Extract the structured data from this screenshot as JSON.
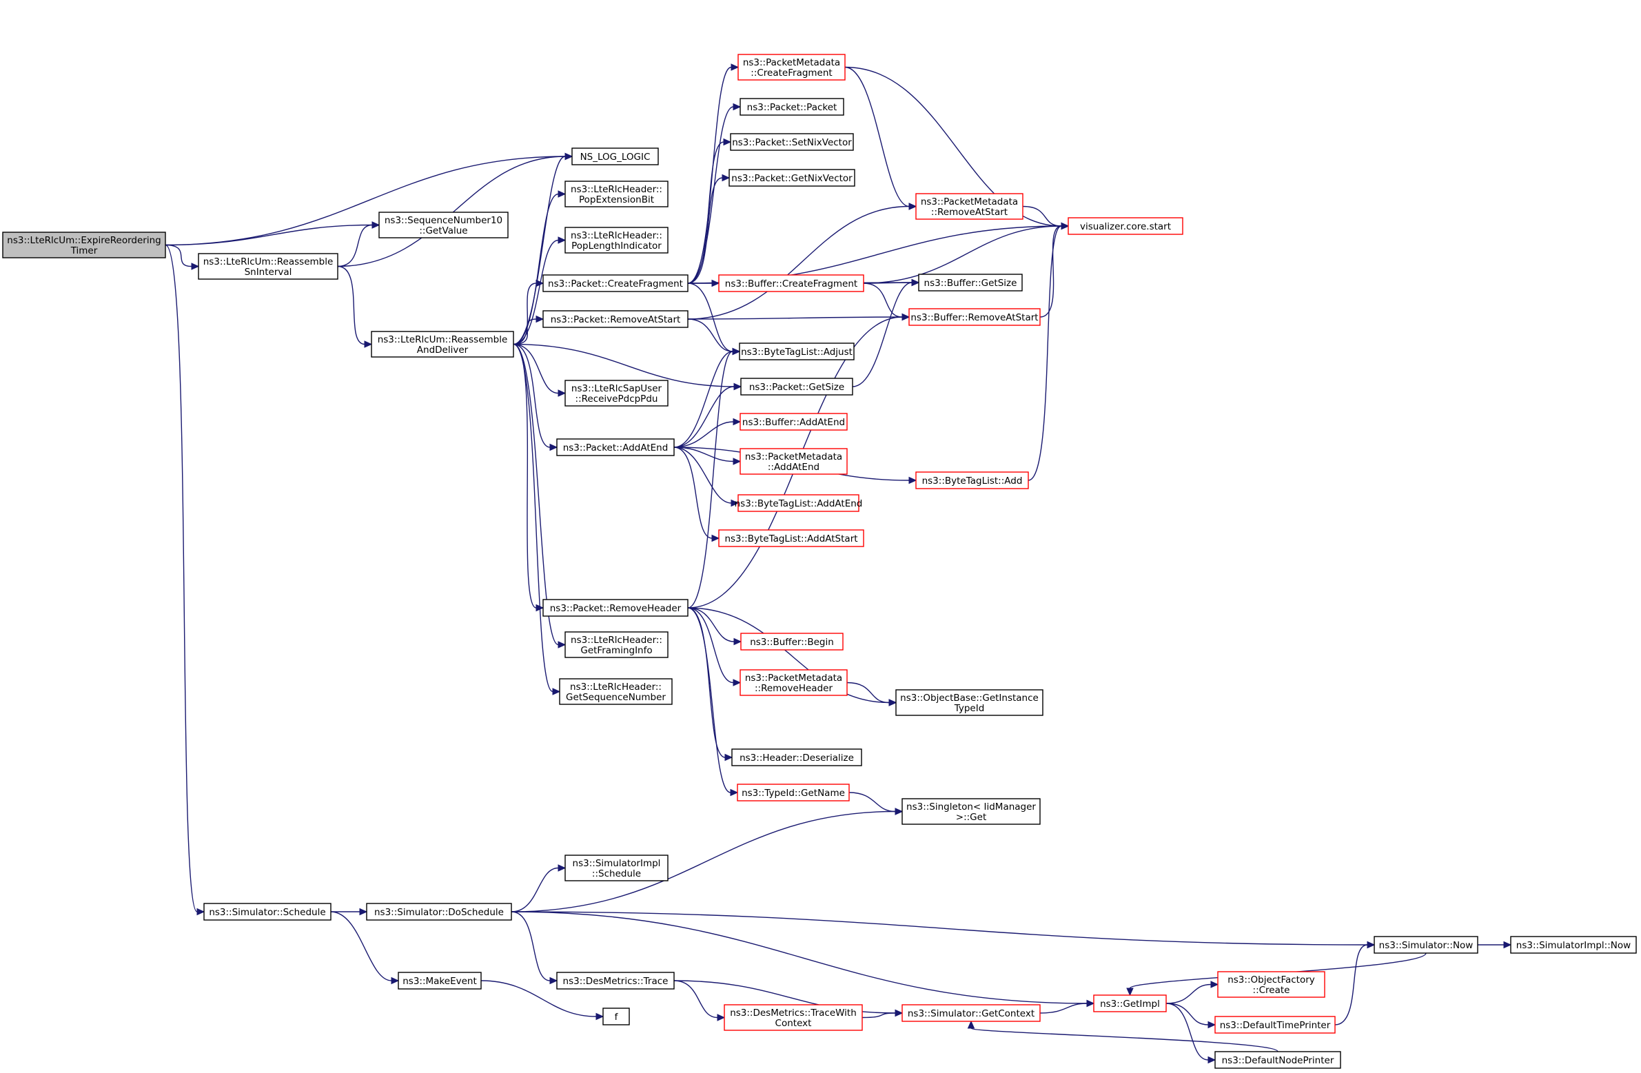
{
  "colors": {
    "edge": "#191970",
    "root_fill": "#bfbfbf",
    "node_fill": "#ffffff",
    "border_normal": "#000000",
    "border_truncated": "#ff0000"
  },
  "nodes": [
    {
      "id": "root",
      "lines": [
        "ns3::LteRlcUm::ExpireReordering",
        "Timer"
      ],
      "style": "root"
    },
    {
      "id": "reassemble_sn",
      "lines": [
        "ns3::LteRlcUm::Reassemble",
        "SnInterval"
      ],
      "style": "normal"
    },
    {
      "id": "schedule",
      "lines": [
        "ns3::Simulator::Schedule"
      ],
      "style": "normal"
    },
    {
      "id": "ns_log_logic",
      "lines": [
        "NS_LOG_LOGIC"
      ],
      "style": "normal"
    },
    {
      "id": "seq_getvalue",
      "lines": [
        "ns3::SequenceNumber10",
        "::GetValue"
      ],
      "style": "normal"
    },
    {
      "id": "reassemble_deliver",
      "lines": [
        "ns3::LteRlcUm::Reassemble",
        "AndDeliver"
      ],
      "style": "normal"
    },
    {
      "id": "pop_ext_bit",
      "lines": [
        "ns3::LteRlcHeader::",
        "PopExtensionBit"
      ],
      "style": "normal"
    },
    {
      "id": "pop_len_ind",
      "lines": [
        "ns3::LteRlcHeader::",
        "PopLengthIndicator"
      ],
      "style": "normal"
    },
    {
      "id": "pkt_create_frag",
      "lines": [
        "ns3::Packet::CreateFragment"
      ],
      "style": "normal"
    },
    {
      "id": "pkt_remove_at_start",
      "lines": [
        "ns3::Packet::RemoveAtStart"
      ],
      "style": "normal"
    },
    {
      "id": "receive_pdcp",
      "lines": [
        "ns3::LteRlcSapUser",
        "::ReceivePdcpPdu"
      ],
      "style": "normal"
    },
    {
      "id": "pkt_add_at_end",
      "lines": [
        "ns3::Packet::AddAtEnd"
      ],
      "style": "normal"
    },
    {
      "id": "pkt_remove_header",
      "lines": [
        "ns3::Packet::RemoveHeader"
      ],
      "style": "normal"
    },
    {
      "id": "get_framing_info",
      "lines": [
        "ns3::LteRlcHeader::",
        "GetFramingInfo"
      ],
      "style": "normal"
    },
    {
      "id": "get_seq_number",
      "lines": [
        "ns3::LteRlcHeader::",
        "GetSequenceNumber"
      ],
      "style": "normal"
    },
    {
      "id": "pm_create_frag",
      "lines": [
        "ns3::PacketMetadata",
        "::CreateFragment"
      ],
      "style": "truncated"
    },
    {
      "id": "pkt_packet",
      "lines": [
        "ns3::Packet::Packet"
      ],
      "style": "normal"
    },
    {
      "id": "pkt_set_nix",
      "lines": [
        "ns3::Packet::SetNixVector"
      ],
      "style": "normal"
    },
    {
      "id": "pkt_get_nix",
      "lines": [
        "ns3::Packet::GetNixVector"
      ],
      "style": "normal"
    },
    {
      "id": "pm_remove_at_start",
      "lines": [
        "ns3::PacketMetadata",
        "::RemoveAtStart"
      ],
      "style": "truncated"
    },
    {
      "id": "buf_create_frag",
      "lines": [
        "ns3::Buffer::CreateFragment"
      ],
      "style": "truncated"
    },
    {
      "id": "btl_adjust",
      "lines": [
        "ns3::ByteTagList::Adjust"
      ],
      "style": "normal"
    },
    {
      "id": "pkt_get_size",
      "lines": [
        "ns3::Packet::GetSize"
      ],
      "style": "normal"
    },
    {
      "id": "buf_add_at_end",
      "lines": [
        "ns3::Buffer::AddAtEnd"
      ],
      "style": "truncated"
    },
    {
      "id": "pm_add_at_end",
      "lines": [
        "ns3::PacketMetadata",
        "::AddAtEnd"
      ],
      "style": "truncated"
    },
    {
      "id": "btl_add",
      "lines": [
        "ns3::ByteTagList::Add"
      ],
      "style": "truncated"
    },
    {
      "id": "btl_add_at_end",
      "lines": [
        "ns3::ByteTagList::AddAtEnd"
      ],
      "style": "truncated"
    },
    {
      "id": "btl_add_at_start",
      "lines": [
        "ns3::ByteTagList::AddAtStart"
      ],
      "style": "truncated"
    },
    {
      "id": "buf_begin",
      "lines": [
        "ns3::Buffer::Begin"
      ],
      "style": "truncated"
    },
    {
      "id": "pm_remove_header",
      "lines": [
        "ns3::PacketMetadata",
        "::RemoveHeader"
      ],
      "style": "truncated"
    },
    {
      "id": "header_deserialize",
      "lines": [
        "ns3::Header::Deserialize"
      ],
      "style": "normal"
    },
    {
      "id": "typeid_getname",
      "lines": [
        "ns3::TypeId::GetName"
      ],
      "style": "truncated"
    },
    {
      "id": "viz_start",
      "lines": [
        "visualizer.core.start"
      ],
      "style": "truncated"
    },
    {
      "id": "buf_get_size",
      "lines": [
        "ns3::Buffer::GetSize"
      ],
      "style": "normal"
    },
    {
      "id": "buf_remove_at_start",
      "lines": [
        "ns3::Buffer::RemoveAtStart"
      ],
      "style": "truncated"
    },
    {
      "id": "ob_get_instance",
      "lines": [
        "ns3::ObjectBase::GetInstance",
        "TypeId"
      ],
      "style": "normal"
    },
    {
      "id": "singleton_get",
      "lines": [
        "ns3::Singleton< IidManager",
        ">::Get"
      ],
      "style": "normal"
    },
    {
      "id": "do_schedule",
      "lines": [
        "ns3::Simulator::DoSchedule"
      ],
      "style": "normal"
    },
    {
      "id": "make_event",
      "lines": [
        "ns3::MakeEvent"
      ],
      "style": "normal"
    },
    {
      "id": "simimpl_schedule",
      "lines": [
        "ns3::SimulatorImpl",
        "::Schedule"
      ],
      "style": "normal"
    },
    {
      "id": "des_trace",
      "lines": [
        "ns3::DesMetrics::Trace"
      ],
      "style": "normal"
    },
    {
      "id": "f_node",
      "lines": [
        "f"
      ],
      "style": "normal"
    },
    {
      "id": "des_trace_ctx",
      "lines": [
        "ns3::DesMetrics::TraceWith",
        "Context"
      ],
      "style": "truncated"
    },
    {
      "id": "sim_get_context",
      "lines": [
        "ns3::Simulator::GetContext"
      ],
      "style": "truncated"
    },
    {
      "id": "get_impl",
      "lines": [
        "ns3::GetImpl"
      ],
      "style": "truncated"
    },
    {
      "id": "sim_now",
      "lines": [
        "ns3::Simulator::Now"
      ],
      "style": "normal"
    },
    {
      "id": "simimpl_now",
      "lines": [
        "ns3::SimulatorImpl::Now"
      ],
      "style": "normal"
    },
    {
      "id": "of_create",
      "lines": [
        "ns3::ObjectFactory",
        "::Create"
      ],
      "style": "truncated"
    },
    {
      "id": "default_time_printer",
      "lines": [
        "ns3::DefaultTimePrinter"
      ],
      "style": "truncated"
    },
    {
      "id": "default_node_printer",
      "lines": [
        "ns3::DefaultNodePrinter"
      ],
      "style": "normal"
    }
  ],
  "edges": [
    [
      "root",
      "ns_log_logic"
    ],
    [
      "root",
      "seq_getvalue"
    ],
    [
      "root",
      "reassemble_sn"
    ],
    [
      "root",
      "schedule"
    ],
    [
      "reassemble_sn",
      "seq_getvalue"
    ],
    [
      "reassemble_sn",
      "ns_log_logic"
    ],
    [
      "reassemble_sn",
      "reassemble_deliver"
    ],
    [
      "reassemble_deliver",
      "ns_log_logic"
    ],
    [
      "reassemble_deliver",
      "pop_ext_bit"
    ],
    [
      "reassemble_deliver",
      "pop_len_ind"
    ],
    [
      "reassemble_deliver",
      "pkt_create_frag"
    ],
    [
      "reassemble_deliver",
      "pkt_remove_at_start"
    ],
    [
      "reassemble_deliver",
      "pkt_get_size"
    ],
    [
      "reassemble_deliver",
      "receive_pdcp"
    ],
    [
      "reassemble_deliver",
      "pkt_add_at_end"
    ],
    [
      "reassemble_deliver",
      "pkt_remove_header"
    ],
    [
      "reassemble_deliver",
      "get_framing_info"
    ],
    [
      "reassemble_deliver",
      "get_seq_number"
    ],
    [
      "pkt_create_frag",
      "pm_create_frag"
    ],
    [
      "pkt_create_frag",
      "pkt_packet"
    ],
    [
      "pkt_create_frag",
      "pkt_set_nix"
    ],
    [
      "pkt_create_frag",
      "pkt_get_nix"
    ],
    [
      "pkt_create_frag",
      "viz_start"
    ],
    [
      "pkt_create_frag",
      "buf_create_frag"
    ],
    [
      "pkt_create_frag",
      "buf_get_size"
    ],
    [
      "pkt_create_frag",
      "btl_adjust"
    ],
    [
      "pkt_remove_at_start",
      "pm_remove_at_start"
    ],
    [
      "pkt_remove_at_start",
      "buf_remove_at_start"
    ],
    [
      "pkt_remove_at_start",
      "btl_adjust"
    ],
    [
      "pkt_add_at_end",
      "btl_adjust"
    ],
    [
      "pkt_add_at_end",
      "pkt_get_size"
    ],
    [
      "pkt_add_at_end",
      "buf_add_at_end"
    ],
    [
      "pkt_add_at_end",
      "pm_add_at_end"
    ],
    [
      "pkt_add_at_end",
      "btl_add_at_end"
    ],
    [
      "pkt_add_at_end",
      "btl_add_at_start"
    ],
    [
      "pkt_add_at_end",
      "btl_add"
    ],
    [
      "pkt_remove_header",
      "btl_adjust"
    ],
    [
      "pkt_remove_header",
      "buf_remove_at_start"
    ],
    [
      "pkt_remove_header",
      "buf_begin"
    ],
    [
      "pkt_remove_header",
      "pm_remove_header"
    ],
    [
      "pkt_remove_header",
      "ob_get_instance"
    ],
    [
      "pkt_remove_header",
      "header_deserialize"
    ],
    [
      "pkt_remove_header",
      "typeid_getname"
    ],
    [
      "pm_create_frag",
      "pm_remove_at_start"
    ],
    [
      "pm_create_frag",
      "viz_start"
    ],
    [
      "pm_remove_at_start",
      "viz_start"
    ],
    [
      "buf_create_frag",
      "viz_start"
    ],
    [
      "buf_create_frag",
      "buf_get_size"
    ],
    [
      "buf_create_frag",
      "buf_remove_at_start"
    ],
    [
      "buf_remove_at_start",
      "viz_start"
    ],
    [
      "pkt_get_size",
      "buf_get_size"
    ],
    [
      "btl_add",
      "viz_start"
    ],
    [
      "pm_remove_header",
      "ob_get_instance"
    ],
    [
      "typeid_getname",
      "singleton_get"
    ],
    [
      "schedule",
      "do_schedule"
    ],
    [
      "schedule",
      "make_event"
    ],
    [
      "do_schedule",
      "singleton_get"
    ],
    [
      "do_schedule",
      "simimpl_schedule"
    ],
    [
      "do_schedule",
      "sim_now"
    ],
    [
      "do_schedule",
      "get_impl"
    ],
    [
      "do_schedule",
      "des_trace"
    ],
    [
      "make_event",
      "f_node"
    ],
    [
      "des_trace",
      "sim_get_context"
    ],
    [
      "des_trace",
      "des_trace_ctx"
    ],
    [
      "des_trace_ctx",
      "sim_get_context"
    ],
    [
      "sim_get_context",
      "get_impl"
    ],
    [
      "get_impl",
      "of_create"
    ],
    [
      "get_impl",
      "default_time_printer"
    ],
    [
      "get_impl",
      "default_node_printer"
    ],
    [
      "sim_now",
      "get_impl"
    ],
    [
      "sim_now",
      "simimpl_now"
    ],
    [
      "default_time_printer",
      "sim_now"
    ],
    [
      "default_node_printer",
      "sim_get_context"
    ]
  ]
}
